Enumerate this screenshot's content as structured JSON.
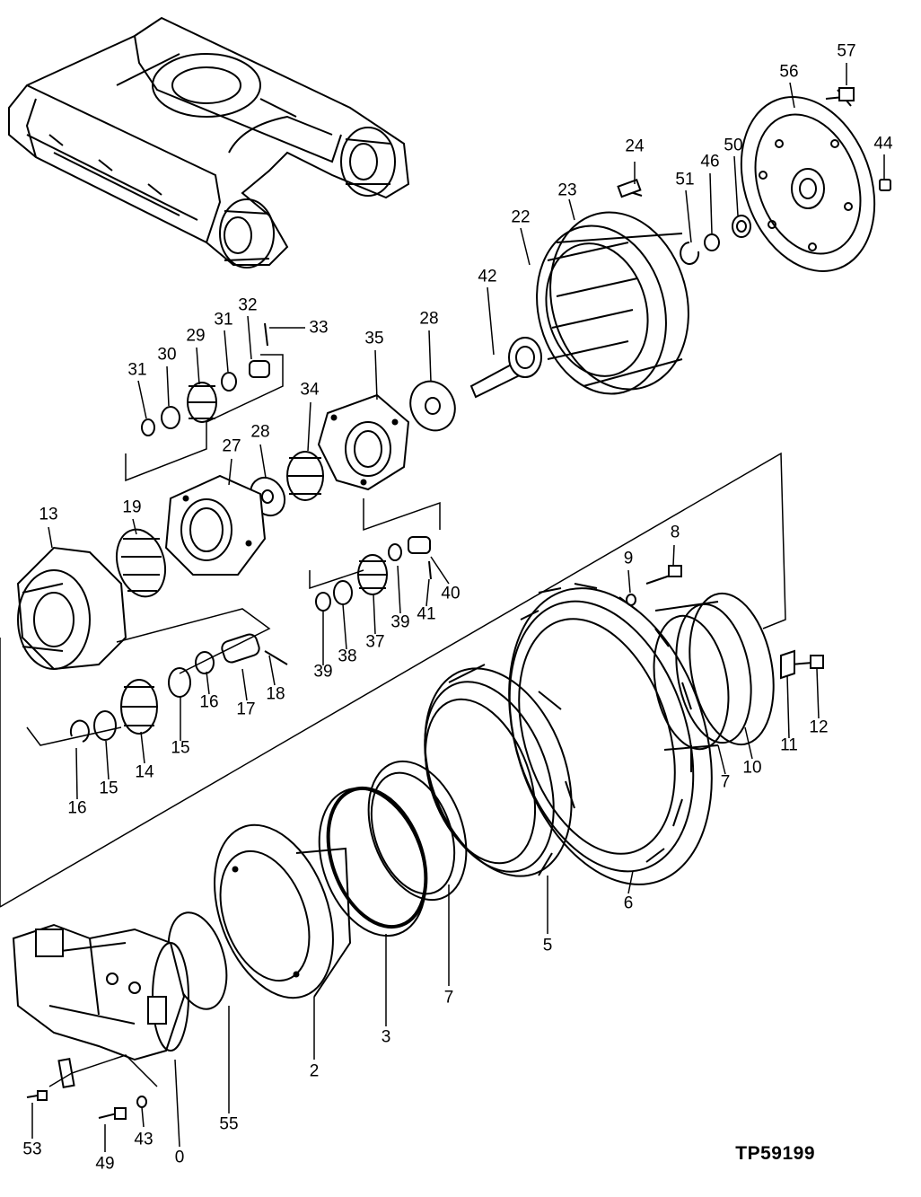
{
  "figure": {
    "reference_code": "TP59199",
    "callouts": [
      {
        "id": "c57",
        "text": "57"
      },
      {
        "id": "c56",
        "text": "56"
      },
      {
        "id": "c44",
        "text": "44"
      },
      {
        "id": "c50",
        "text": "50"
      },
      {
        "id": "c46",
        "text": "46"
      },
      {
        "id": "c51",
        "text": "51"
      },
      {
        "id": "c24",
        "text": "24"
      },
      {
        "id": "c23",
        "text": "23"
      },
      {
        "id": "c22",
        "text": "22"
      },
      {
        "id": "c42",
        "text": "42"
      },
      {
        "id": "c28a",
        "text": "28"
      },
      {
        "id": "c35",
        "text": "35"
      },
      {
        "id": "c32",
        "text": "32"
      },
      {
        "id": "c33",
        "text": "33"
      },
      {
        "id": "c31a",
        "text": "31"
      },
      {
        "id": "c29",
        "text": "29"
      },
      {
        "id": "c30",
        "text": "30"
      },
      {
        "id": "c31b",
        "text": "31"
      },
      {
        "id": "c34",
        "text": "34"
      },
      {
        "id": "c28b",
        "text": "28"
      },
      {
        "id": "c27",
        "text": "27"
      },
      {
        "id": "c19",
        "text": "19"
      },
      {
        "id": "c13",
        "text": "13"
      },
      {
        "id": "c8",
        "text": "8"
      },
      {
        "id": "c9",
        "text": "9"
      },
      {
        "id": "c40",
        "text": "40"
      },
      {
        "id": "c41",
        "text": "41"
      },
      {
        "id": "c39a",
        "text": "39"
      },
      {
        "id": "c37",
        "text": "37"
      },
      {
        "id": "c38",
        "text": "38"
      },
      {
        "id": "c39b",
        "text": "39"
      },
      {
        "id": "c18",
        "text": "18"
      },
      {
        "id": "c17",
        "text": "17"
      },
      {
        "id": "c16a",
        "text": "16"
      },
      {
        "id": "c15a",
        "text": "15"
      },
      {
        "id": "c14",
        "text": "14"
      },
      {
        "id": "c15b",
        "text": "15"
      },
      {
        "id": "c16b",
        "text": "16"
      },
      {
        "id": "c11",
        "text": "11"
      },
      {
        "id": "c12",
        "text": "12"
      },
      {
        "id": "c10",
        "text": "10"
      },
      {
        "id": "c7a",
        "text": "7"
      },
      {
        "id": "c6",
        "text": "6"
      },
      {
        "id": "c5",
        "text": "5"
      },
      {
        "id": "c7b",
        "text": "7"
      },
      {
        "id": "c3",
        "text": "3"
      },
      {
        "id": "c2",
        "text": "2"
      },
      {
        "id": "c55",
        "text": "55"
      },
      {
        "id": "c0",
        "text": "0"
      },
      {
        "id": "c43",
        "text": "43"
      },
      {
        "id": "c49",
        "text": "49"
      },
      {
        "id": "c53",
        "text": "53"
      }
    ]
  }
}
